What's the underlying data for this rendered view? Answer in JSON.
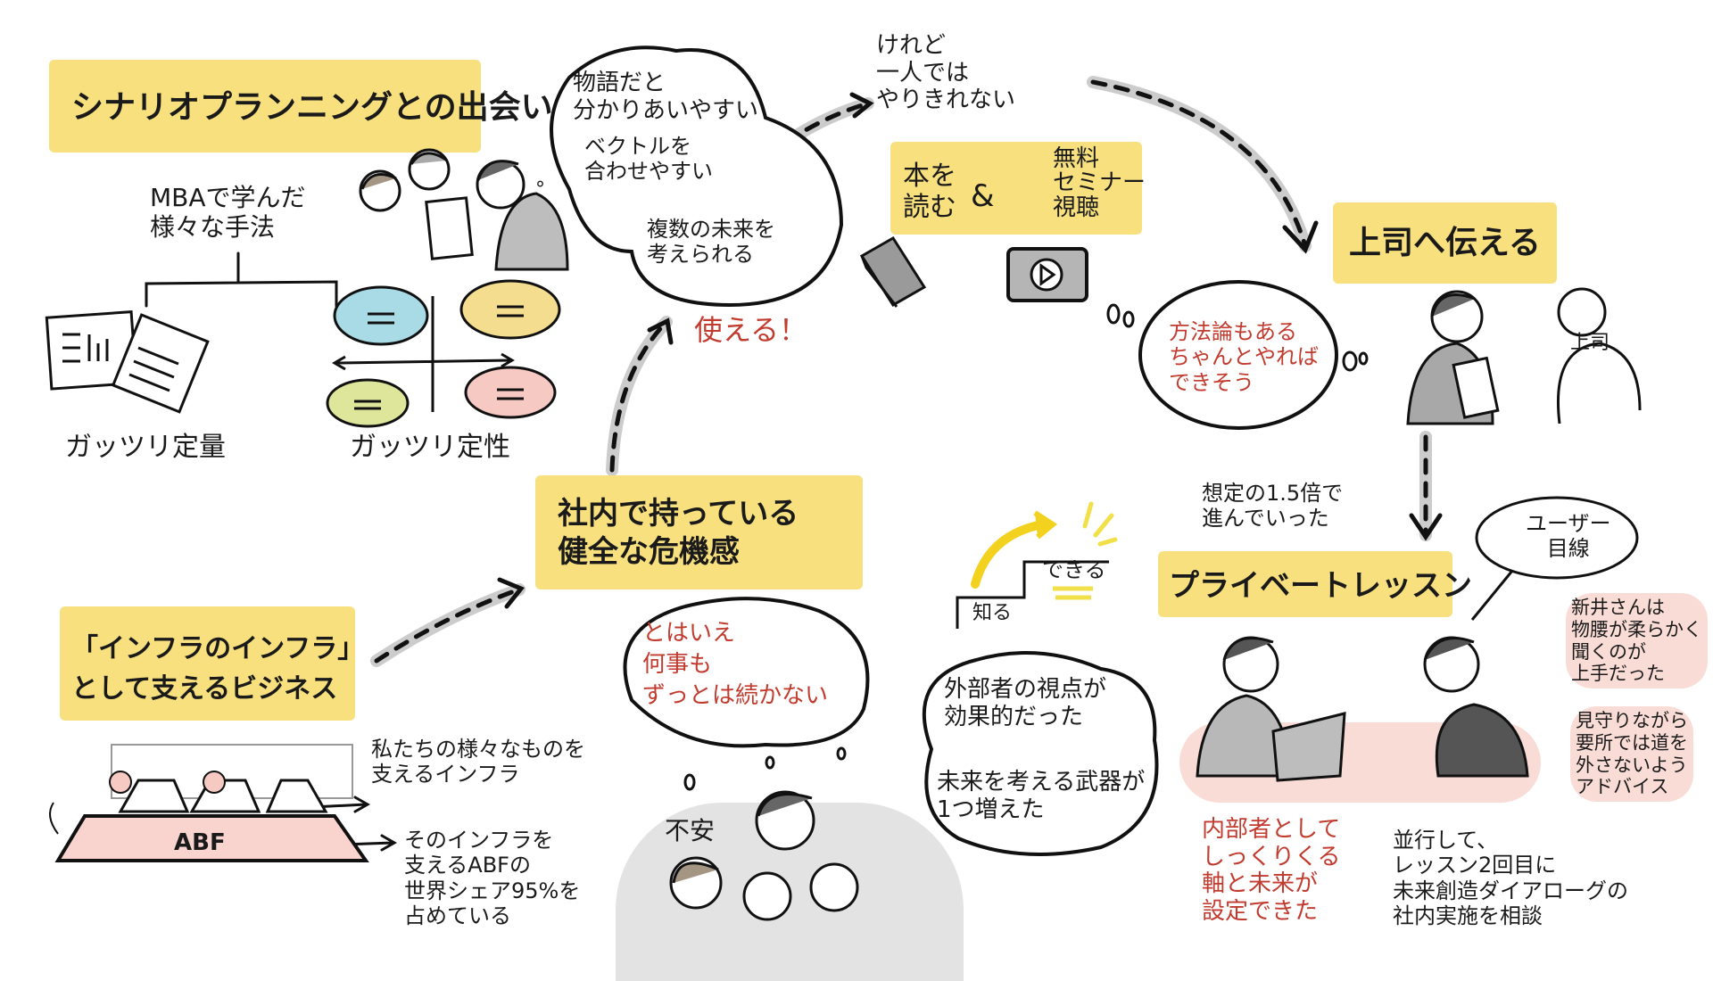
{
  "colors": {
    "highlight_yellow": "#f7e07d",
    "accent_red": "#c23b2f",
    "pink": "#f9dcd6",
    "gray": "#c8c8c8"
  },
  "sections": {
    "encounter": {
      "title": "シナリオプランニングとの出会い",
      "mba_label": "MBAで学んだ\n様々な手法",
      "quantitative": "ガッツリ定量",
      "qualitative": "ガッツリ定性",
      "cloud_1": "物語だと\n分かりあいやすい",
      "cloud_2": "ベクトルを\n合わせやすい",
      "cloud_3": "複数の未来を\n考えられる",
      "usable": "使える！"
    },
    "alone": {
      "note": "けれど\n一人では\nやりきれない",
      "box_left": "本を\n読む",
      "amp": "&",
      "box_right": "無料\nセミナー\n視聴"
    },
    "boss": {
      "title": "上司へ伝える",
      "thought": "方法論もある\nちゃんとやれば\nできそう",
      "boss_label": "上司"
    },
    "lesson": {
      "speed_note": "想定の1.5倍で\n進んでいった",
      "know": "知る",
      "can": "できる",
      "title": "プライベートレッスン",
      "user_view": "ユーザー\n目線",
      "cloud_1": "外部者の視点が\n効果的だった",
      "cloud_2": "未来を考える武器が\n1つ増えた",
      "note_arai": "新井さんは\n物腰が柔らかく\n聞くのが\n上手だった",
      "note_watch": "見守りながら\n要所では道を\n外さないよう\nアドバイス",
      "insider": "内部者として\nしっくりくる\n軸と未来が\n設定できた",
      "parallel": "並行して、\nレッスン2回目に\n未来創造ダイアローグの\n社内実施を相談"
    },
    "crisis": {
      "title": "社内で持っている\n健全な危機感",
      "thought": "とはいえ\n何事も\nずっとは続かない",
      "anxiety": "不安"
    },
    "infra": {
      "title": "「インフラのインフラ」\nとして支えるビジネス",
      "abf": "ABF",
      "note_1": "私たちの様々なものを\n支えるインフラ",
      "note_2": "そのインフラを\n支えるABFの\n世界シェア95%を\n占めている"
    }
  }
}
